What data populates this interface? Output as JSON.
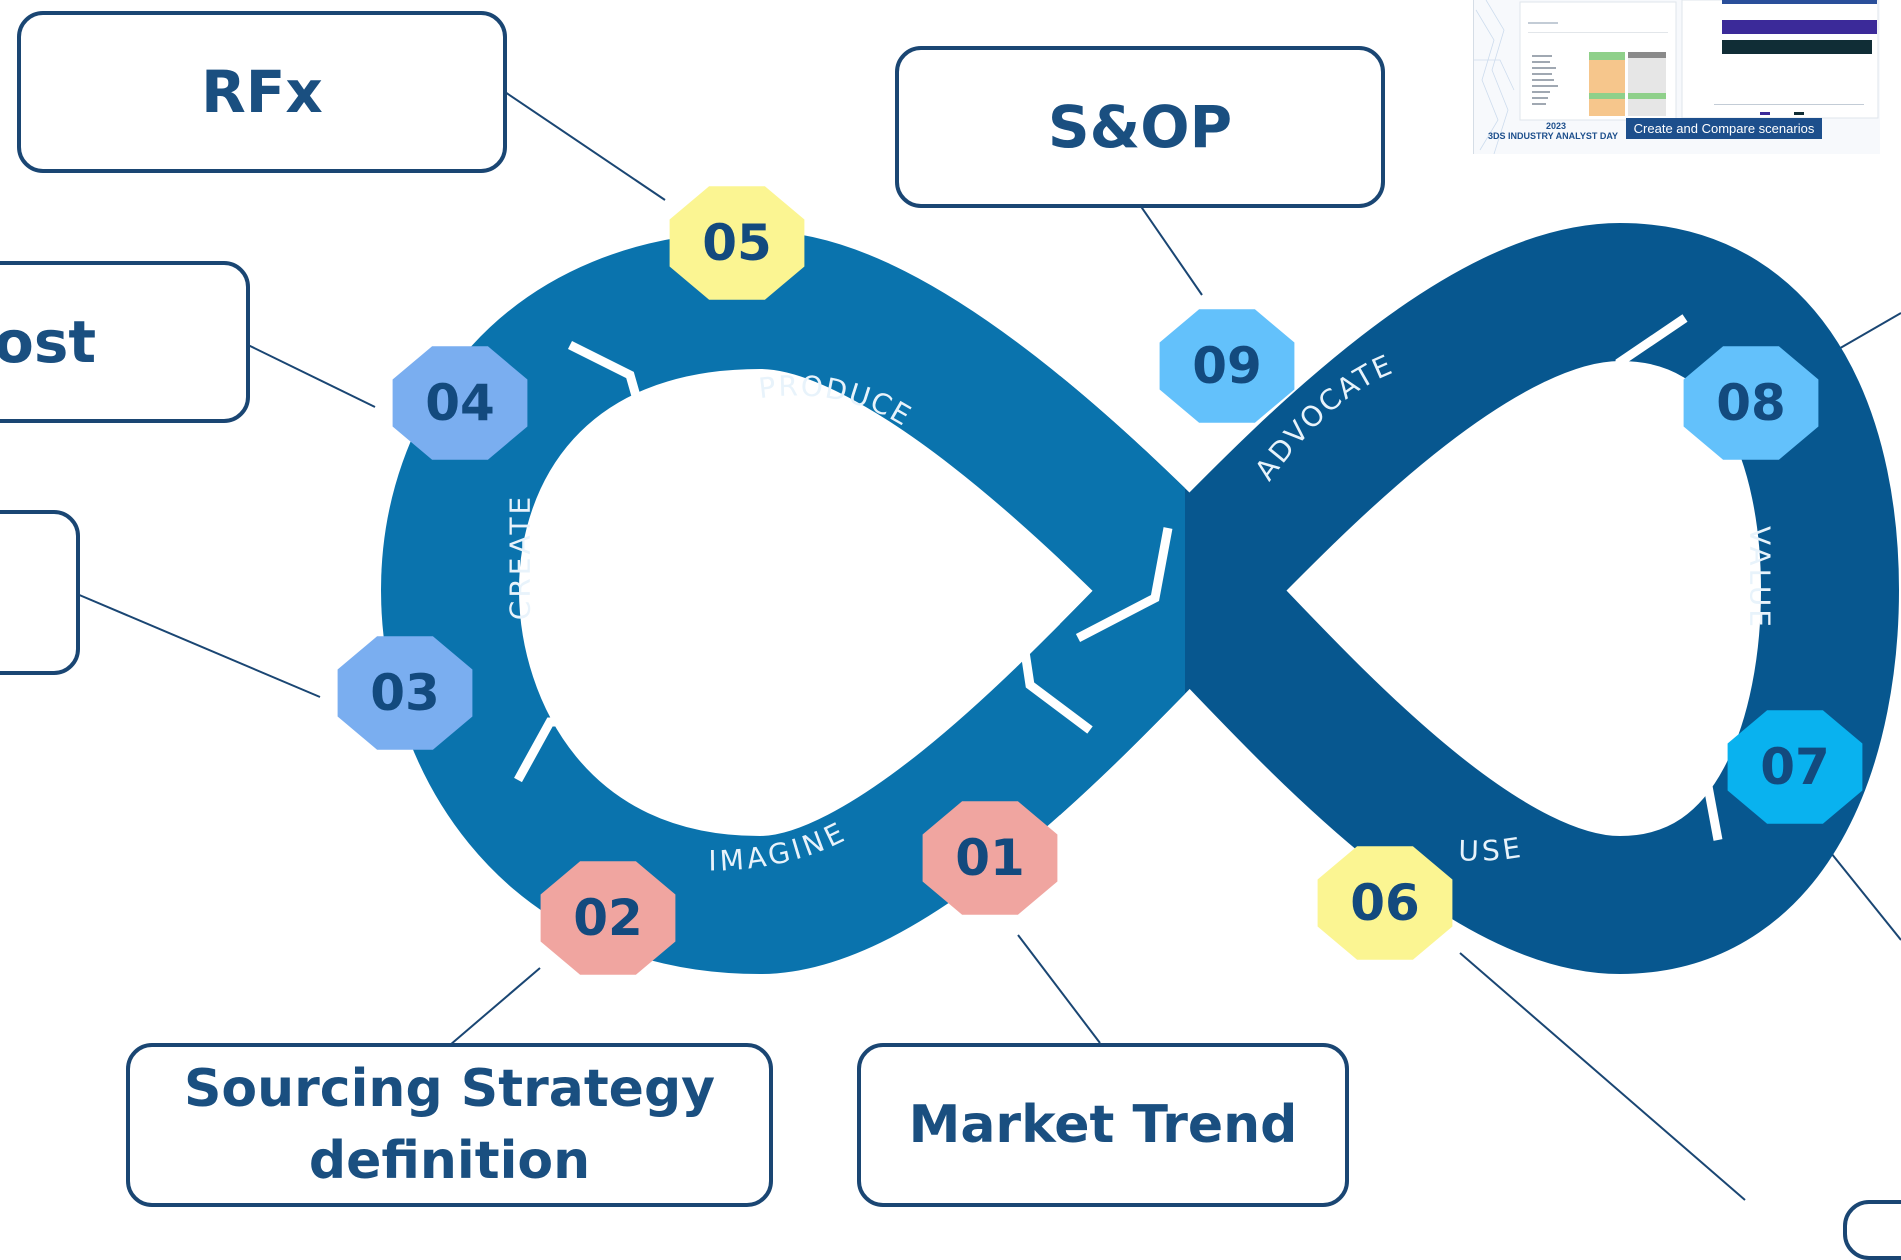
{
  "colors": {
    "loop_left": "#0a73ad",
    "loop_right": "#07578f",
    "box_border": "#1a4673",
    "box_text": "#1a4f80",
    "badge_red": "#f0a5a0",
    "badge_yellow": "#fbf592",
    "badge_blue": "#7aaef0",
    "badge_light_blue": "#63c1fb",
    "badge_cyan": "#09b2ef"
  },
  "stages": {
    "imagine": "IMAGINE",
    "create": "CREATE",
    "produce": "PRODUCE",
    "advocate": "ADVOCATE",
    "value": "VALUE",
    "use": "USE"
  },
  "badges": {
    "b01": {
      "label": "01",
      "color": "badge_red"
    },
    "b02": {
      "label": "02",
      "color": "badge_red"
    },
    "b03": {
      "label": "03",
      "color": "badge_blue"
    },
    "b04": {
      "label": "04",
      "color": "badge_blue"
    },
    "b05": {
      "label": "05",
      "color": "badge_yellow"
    },
    "b06": {
      "label": "06",
      "color": "badge_yellow"
    },
    "b07": {
      "label": "07",
      "color": "badge_cyan"
    },
    "b08": {
      "label": "08",
      "color": "badge_light_blue"
    },
    "b09": {
      "label": "09",
      "color": "badge_light_blue"
    }
  },
  "boxes": {
    "rfx": "RFx",
    "snop": "S&OP",
    "cost_partial": "ost",
    "sourcing_line1": "Sourcing Strategy",
    "sourcing_line2": "definition",
    "market_trend": "Market Trend"
  },
  "thumbnail": {
    "caption": "Create and Compare scenarios",
    "year": "2023",
    "event": "3DS INDUSTRY ANALYST DAY"
  }
}
